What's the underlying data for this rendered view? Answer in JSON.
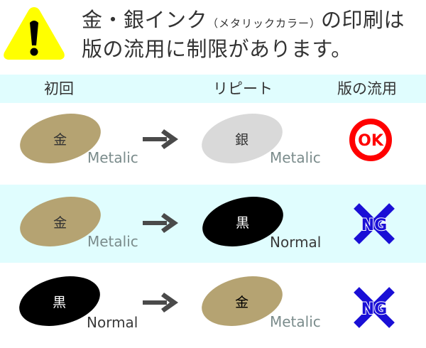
{
  "header": {
    "warning_icon": "warning-triangle-icon",
    "title_line1_pre": "金・銀インク",
    "title_line1_small": "（メタリックカラー）",
    "title_line1_post": "の印刷は",
    "title_line2": "版の流用に制限があります。"
  },
  "columns": {
    "first": "初回",
    "repeat": "リピート",
    "plate_reuse": "版の流用"
  },
  "colors": {
    "band_bg": "#e0fdfe",
    "gold": "#b5a372",
    "silver": "#d9d9d9",
    "black": "#000000",
    "arrow": "#4a4a4a",
    "ok_red": "#ff0000",
    "ng_blue": "#1a0fd6"
  },
  "rows": [
    {
      "first": {
        "kanji": "金",
        "type": "Metalic"
      },
      "repeat": {
        "kanji": "銀",
        "type": "Metalic"
      },
      "result": "OK"
    },
    {
      "first": {
        "kanji": "金",
        "type": "Metalic"
      },
      "repeat": {
        "kanji": "黒",
        "type": "Normal"
      },
      "result": "NG"
    },
    {
      "first": {
        "kanji": "黒",
        "type": "Normal"
      },
      "repeat": {
        "kanji": "金",
        "type": "Metalic"
      },
      "result": "NG"
    }
  ]
}
